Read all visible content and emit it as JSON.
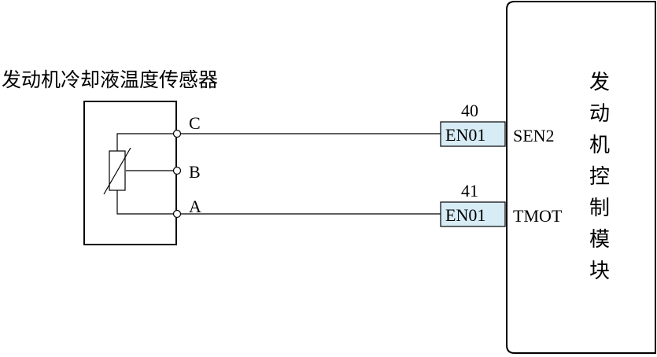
{
  "sensor": {
    "title": "发动机冷却液温度传感器",
    "pins": {
      "c": "C",
      "b": "B",
      "a": "A"
    }
  },
  "connections": [
    {
      "pin_number": "40",
      "connector": "EN01",
      "signal": "SEN2"
    },
    {
      "pin_number": "41",
      "connector": "EN01",
      "signal": "TMOT"
    }
  ],
  "module": {
    "title_chars": [
      "发",
      "动",
      "机",
      "控",
      "制",
      "模",
      "块"
    ]
  },
  "colors": {
    "connector_fill": "#d7ecf5",
    "line": "#000000"
  }
}
